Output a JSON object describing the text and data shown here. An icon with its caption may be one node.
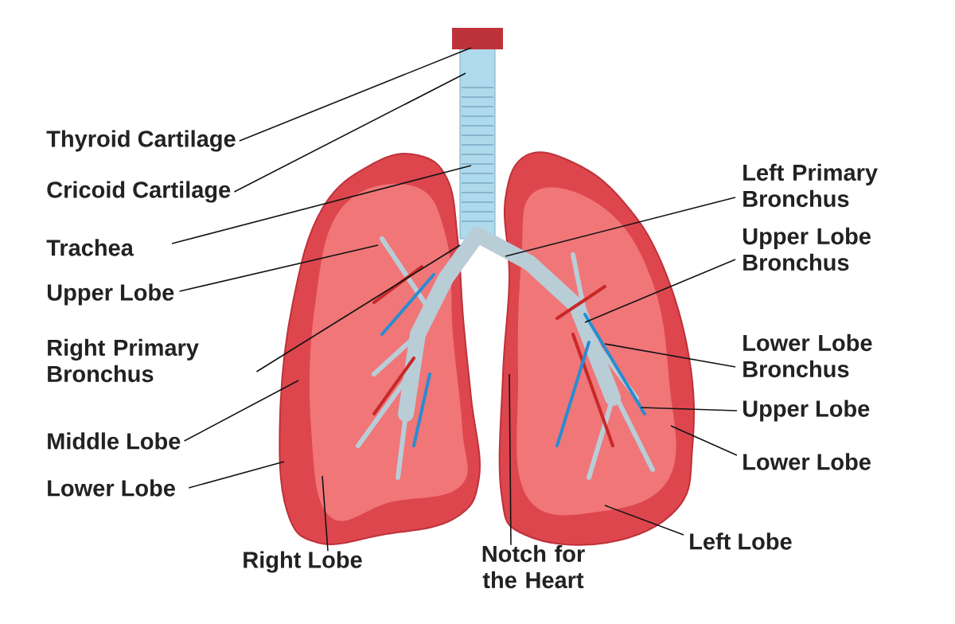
{
  "diagram": {
    "nodes": [
      {
        "text": [
          "Thyroid Cartilage"
        ]
      },
      {
        "text": [
          "Cricoid Cartilage"
        ]
      },
      {
        "text": [
          "Trachea"
        ]
      },
      {
        "text": [
          "Upper Lobe"
        ]
      },
      {
        "text": [
          "Right Primary Bronchus"
        ]
      },
      {
        "text": [
          "Middle Lobe"
        ]
      },
      {
        "text": [
          "Lower Lobe"
        ]
      },
      {
        "text": [
          "Right Lobe"
        ]
      },
      {
        "text": [
          "Notch for the Heart"
        ]
      },
      {
        "text": [
          "Left Primary Bronchus"
        ]
      },
      {
        "text": [
          "Upper Lobe Bronchus"
        ]
      },
      {
        "text": [
          "Lower Lobe Bronchus"
        ]
      },
      {
        "text": [
          "Upper Lobe"
        ]
      },
      {
        "text": [
          "Lower Lobe"
        ]
      },
      {
        "text": [
          "Left Lobe"
        ]
      }
    ],
    "edges": [
      {
        "from": 0,
        "to": null,
        "arrow": "none"
      },
      {
        "from": 1,
        "to": null,
        "arrow": "none"
      },
      {
        "from": 2,
        "to": null,
        "arrow": "none"
      },
      {
        "from": 3,
        "to": null,
        "arrow": "none"
      },
      {
        "from": 4,
        "to": null,
        "arrow": "none"
      },
      {
        "from": 5,
        "to": null,
        "arrow": "none"
      },
      {
        "from": 6,
        "to": null,
        "arrow": "none"
      },
      {
        "from": 7,
        "to": null,
        "arrow": "none"
      },
      {
        "from": 8,
        "to": null,
        "arrow": "none"
      },
      {
        "from": 9,
        "to": null,
        "arrow": "none"
      },
      {
        "from": 10,
        "to": null,
        "arrow": "none"
      },
      {
        "from": 11,
        "to": null,
        "arrow": "none"
      },
      {
        "from": 12,
        "to": null,
        "arrow": "none"
      },
      {
        "from": 13,
        "to": null,
        "arrow": "none"
      },
      {
        "from": 14,
        "to": null,
        "arrow": "none"
      }
    ]
  }
}
